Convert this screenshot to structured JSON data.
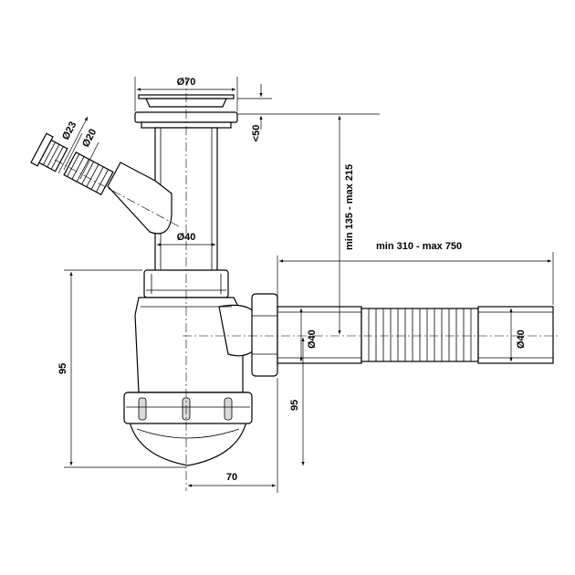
{
  "dimensions": {
    "d70": "Ø70",
    "d23": "Ø23",
    "d20": "Ø20",
    "lt50": "<50",
    "d40_vertical": "Ø40",
    "height_range": "min 135 - max 215",
    "length_range": "min 310 - max 750",
    "d40_outlet": "Ø40",
    "d40_end": "Ø40",
    "h95_left": "95",
    "h95_right": "95",
    "w70": "70"
  }
}
